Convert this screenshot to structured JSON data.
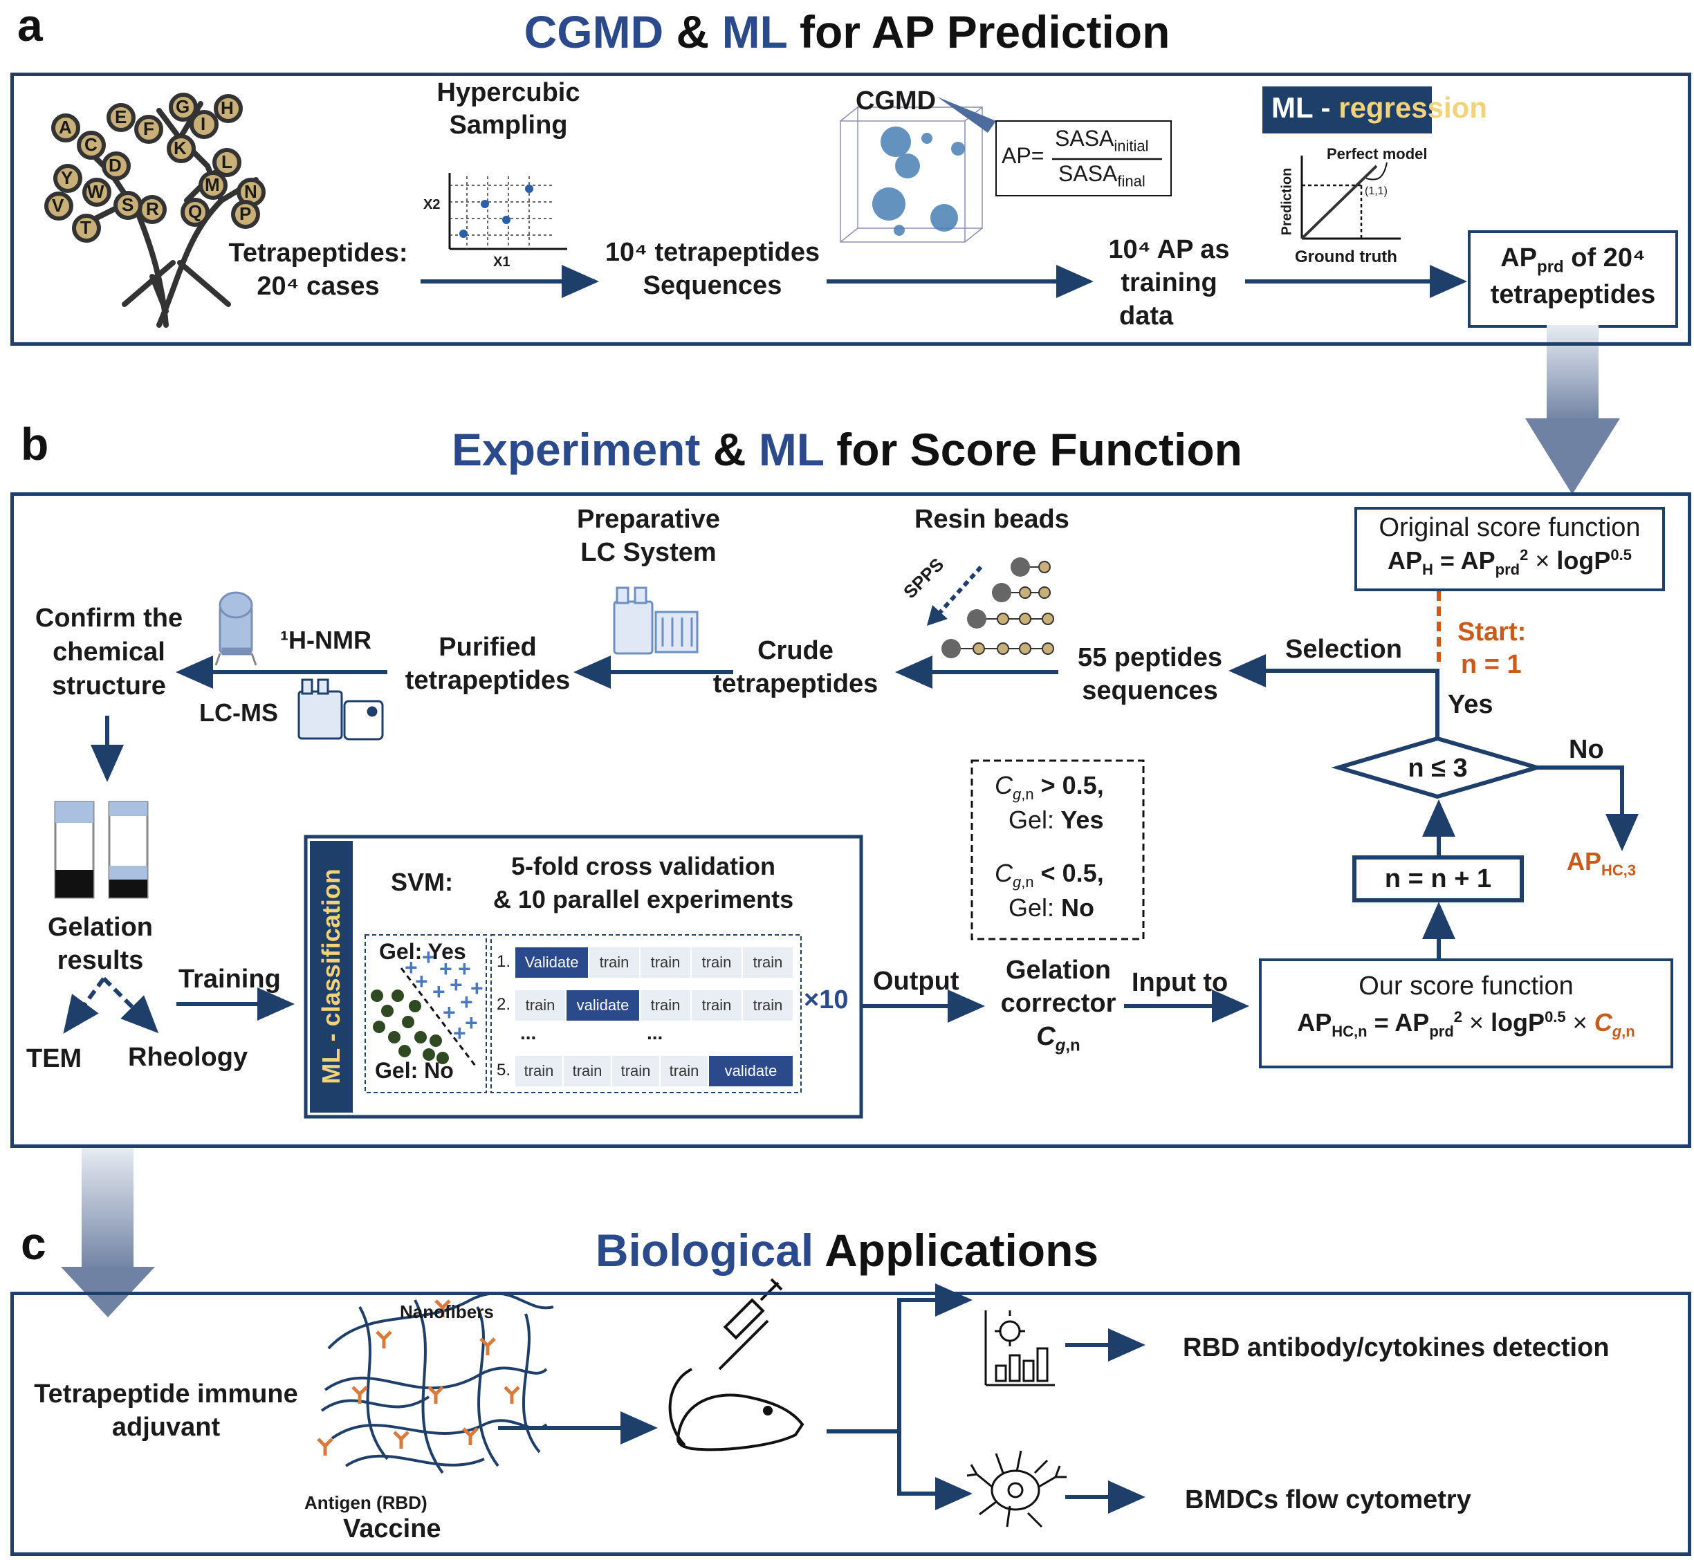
{
  "panel_a": {
    "letter": "a",
    "title_blue1": "CGMD",
    "title_amp": " & ",
    "title_blue2": "ML",
    "title_rest": " for AP Prediction",
    "tree_letters": [
      "A",
      "C",
      "D",
      "E",
      "F",
      "G",
      "H",
      "I",
      "K",
      "L",
      "M",
      "N",
      "P",
      "Q",
      "R",
      "S",
      "T",
      "V",
      "W",
      "Y"
    ],
    "tetrapeptides": "Tetrapeptides:",
    "cases": "20⁴ cases",
    "sampling_title1": "Hypercubic",
    "sampling_title2": "Sampling",
    "x1": "X1",
    "x2": "X2",
    "sequences1": "10⁴ tetrapeptides",
    "sequences2": "Sequences",
    "cgmd": "CGMD",
    "ap_eq": "AP=",
    "sasa": "SASA",
    "initial": "initial",
    "final": "final",
    "training1": "10⁴ AP as",
    "training2": "training",
    "training3": "data",
    "ml_regression_1": "ML - ",
    "ml_regression_2": "regression",
    "perfect_model": "Perfect model",
    "prediction": "Prediction",
    "ground_truth": "Ground truth",
    "point": "(1,1)",
    "ap_prd_1": "AP",
    "ap_prd_sub": "prd",
    "ap_prd_2": " of 20⁴",
    "ap_prd_3": "tetrapeptides"
  },
  "panel_b": {
    "letter": "b",
    "title_blue1": "Experiment",
    "title_amp": " & ",
    "title_blue2": "ML",
    "title_rest": " for Score Function",
    "original_title": "Original score function",
    "start": "Start:",
    "n1": "n = 1",
    "yes": "Yes",
    "no": "No",
    "condition": "n ≤ 3",
    "increment": "n = n + 1",
    "ap_hc3": "AP",
    "ap_hc3_sub": "HC,3",
    "selection": "Selection",
    "peptides1": "55 peptides",
    "peptides2": "sequences",
    "resin": "Resin beads",
    "spps": "SPPS",
    "crude1": "Crude",
    "crude2": "tetrapeptides",
    "prep1": "Preparative",
    "prep2": "LC System",
    "purified1": "Purified",
    "purified2": "tetrapeptides",
    "nmr": "¹H-NMR",
    "lcms": "LC-MS",
    "confirm1": "Confirm the",
    "confirm2": "chemical",
    "confirm3": "structure",
    "gelation1": "Gelation",
    "gelation2": "results",
    "tem": "TEM",
    "rheology": "Rheology",
    "training": "Training",
    "ml_class": "ML - classification",
    "svm": "SVM:",
    "svm1": "5-fold cross validation",
    "svm2": "& 10 parallel experiments",
    "gel_yes": "Gel: Yes",
    "gel_no": "Gel: No",
    "fold_rows": [
      {
        "n": "1.",
        "cells": [
          "Validate",
          "train",
          "train",
          "train",
          "train"
        ]
      },
      {
        "n": "2.",
        "cells": [
          "train",
          "validate",
          "train",
          "train",
          "train"
        ]
      },
      {
        "n": "5.",
        "cells": [
          "train",
          "train",
          "train",
          "train",
          "validate"
        ]
      }
    ],
    "ellipsis": "...",
    "x10": "×10",
    "output": "Output",
    "gel_corr1": "Gelation",
    "gel_corr2": "corrector",
    "input_to": "Input to",
    "our_title": "Our score function",
    "crit_gt": "> 0.5,",
    "crit_lt": "< 0.5,",
    "gel_label": "Gel:",
    "yes_b": "Yes",
    "no_b": "No"
  },
  "panel_c": {
    "letter": "c",
    "title_blue": "Biological",
    "title_rest": " Applications",
    "adjuvant1": "Tetrapeptide immune",
    "adjuvant2": "adjuvant",
    "nanofibers": "Nanofibers",
    "antigen": "Antigen (RBD)",
    "vaccine": "Vaccine",
    "rbd": "RBD antibody/cytokines detection",
    "bmdc": "BMDCs flow cytometry"
  },
  "colors": {
    "navy": "#1f3f6b",
    "blue_text": "#2b4a8b",
    "orange": "#c85a1a",
    "ml_yellow": "#f2d27a",
    "bead_gold": "#c9b078"
  }
}
